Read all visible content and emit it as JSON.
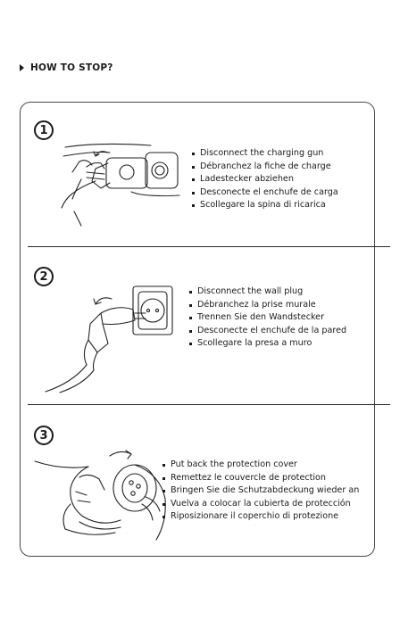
{
  "header": {
    "title": "HOW TO STOP?"
  },
  "steps": [
    {
      "number": "1",
      "icon": "charging-gun-illustration",
      "items": [
        "Disconnect the charging gun",
        "Débranchez la fiche de charge",
        "Ladestecker abziehen",
        "Desconecte el enchufe de carga",
        "Scollegare la spina di ricarica"
      ]
    },
    {
      "number": "2",
      "icon": "wall-plug-illustration",
      "items": [
        "Disconnect the wall plug",
        "Débranchez la prise murale",
        "Trennen Sie den Wandstecker",
        "Desconecte el enchufe de la pared",
        "Scollegare la presa a muro"
      ]
    },
    {
      "number": "3",
      "icon": "protection-cover-illustration",
      "items": [
        "Put back the protection cover",
        "Remettez le couvercle de protection",
        "Bringen Sie die Schutzabdeckung wieder an",
        "Vuelva a colocar la cubierta de protección",
        "Riposizionare il coperchio di protezione"
      ]
    }
  ]
}
